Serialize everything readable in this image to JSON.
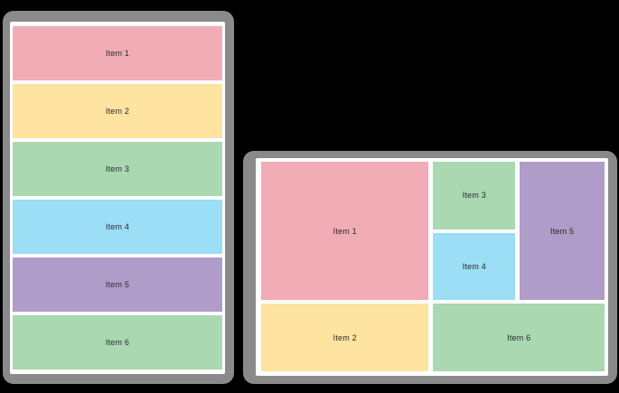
{
  "style": {
    "background": "#000000",
    "frame_color": "#8A8A8A",
    "screen_background": "#FFFFFF",
    "text_color": "#2B2B2B"
  },
  "panels": {
    "stack": {
      "description": "vertical-stack-layout",
      "items": [
        {
          "label": "Item 1",
          "color": "#F2ACB6"
        },
        {
          "label": "Item 2",
          "color": "#FEE3A1"
        },
        {
          "label": "Item 3",
          "color": "#A9D8B1"
        },
        {
          "label": "Item 4",
          "color": "#9BDEF5"
        },
        {
          "label": "Item 5",
          "color": "#B09CC8"
        },
        {
          "label": "Item 6",
          "color": "#A9D8B1"
        }
      ]
    },
    "grid": {
      "description": "adaptive-grid-layout",
      "items": [
        {
          "label": "Item 1",
          "color": "#F2ACB6"
        },
        {
          "label": "Item 2",
          "color": "#FEE3A1"
        },
        {
          "label": "Item 3",
          "color": "#A9D8B1"
        },
        {
          "label": "Item 4",
          "color": "#9BDEF5"
        },
        {
          "label": "Item 5",
          "color": "#B09CC8"
        },
        {
          "label": "Item 6",
          "color": "#A9D8B1"
        }
      ]
    }
  }
}
